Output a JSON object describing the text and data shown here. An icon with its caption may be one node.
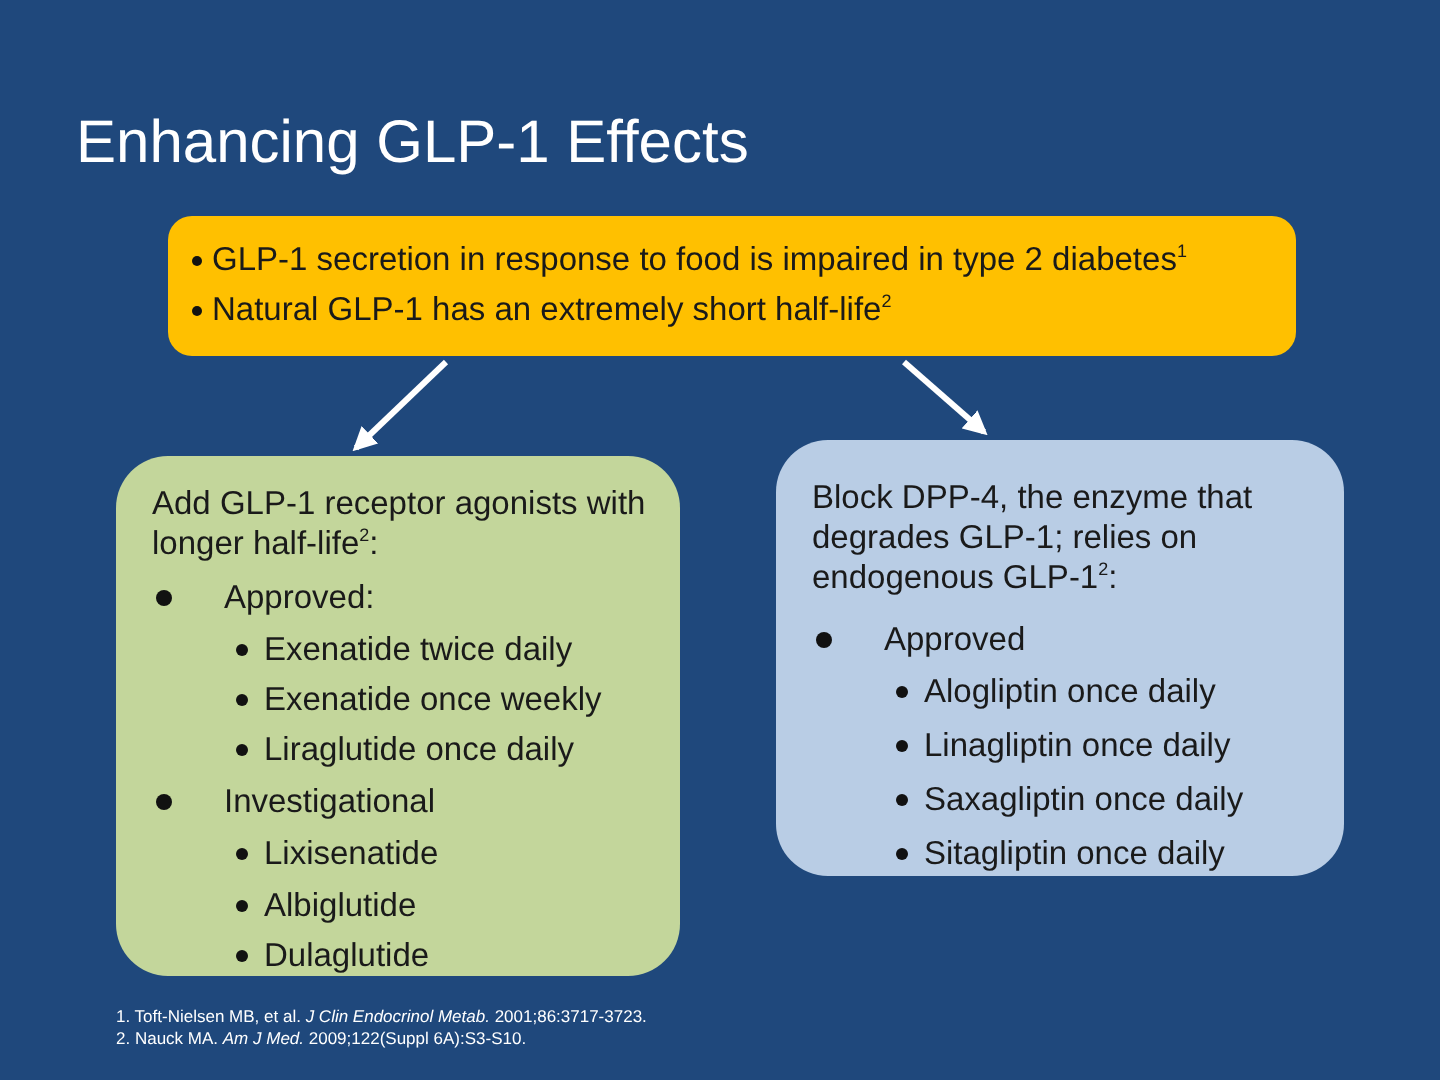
{
  "diagram": {
    "title": "Enhancing GLP-1 Effects",
    "nodes": [
      {
        "text": [
          "GLP-1 secretion in response to food is impaired in type 2 diabetes$^{1}$",
          "Natural GLP-1 has an extremely short half-life$^{2}$"
        ]
      },
      {
        "text": [
          "Add GLP-1 receptor agonists with longer half-life$^{2}$:",
          "Approved:",
          "Exenatide twice daily",
          "Exenatide once weekly",
          "Liraglutide once daily",
          "Investigational",
          "Lixisenatide",
          "Albiglutide",
          "Dulaglutide"
        ]
      },
      {
        "text": [
          "Block DPP-4, the enzyme that degrades GLP-1; relies on endogenous GLP-1$^{2}$:",
          "Approved",
          "Alogliptin once daily",
          "Linagliptin once daily",
          "Saxagliptin once daily",
          "Sitagliptin once daily"
        ]
      }
    ],
    "edges": [
      {
        "from": 0,
        "to": 1,
        "arrow": "to"
      },
      {
        "from": 0,
        "to": 2,
        "arrow": "to"
      }
    ],
    "labels": [
      "1. Toft-Nielsen MB, et al. *J Clin Endocrinol Metab.* 2001;86:3717-3723.",
      "2. Nauck MA. *Am J Med.* 2009;122(Suppl 6A):S3-S10."
    ]
  }
}
